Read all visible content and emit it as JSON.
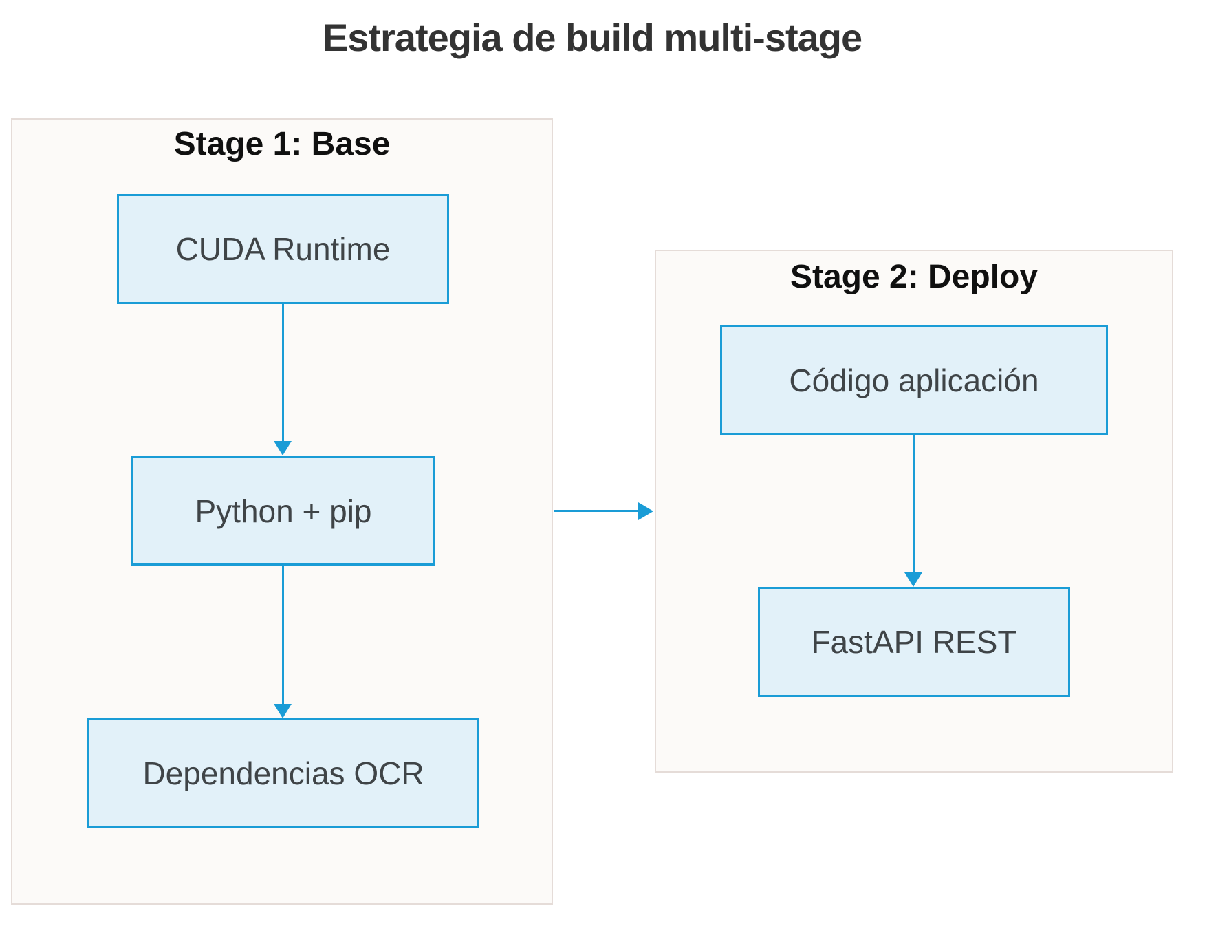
{
  "title": "Estrategia de build multi-stage",
  "colors": {
    "accent_blue": "#1a9cd6",
    "node_fill": "#e2f1f9",
    "node_border": "#1a9cd6",
    "container_fill": "#fcfaf8",
    "container_border": "#e5dcd8",
    "node_text": "#3f4447",
    "title_text": "#333333",
    "stage_label_text": "#101010"
  },
  "stages": [
    {
      "label": "Stage 1: Base",
      "nodes": [
        "CUDA Runtime",
        "Python + pip",
        "Dependencias OCR"
      ]
    },
    {
      "label": "Stage 2: Deploy",
      "nodes": [
        "Código aplicación",
        "FastAPI REST"
      ]
    }
  ],
  "edges": [
    {
      "from": "CUDA Runtime",
      "to": "Python + pip"
    },
    {
      "from": "Python + pip",
      "to": "Dependencias OCR"
    },
    {
      "from": "Código aplicación",
      "to": "FastAPI REST"
    },
    {
      "from": "Stage 1: Base",
      "to": "Stage 2: Deploy"
    }
  ]
}
